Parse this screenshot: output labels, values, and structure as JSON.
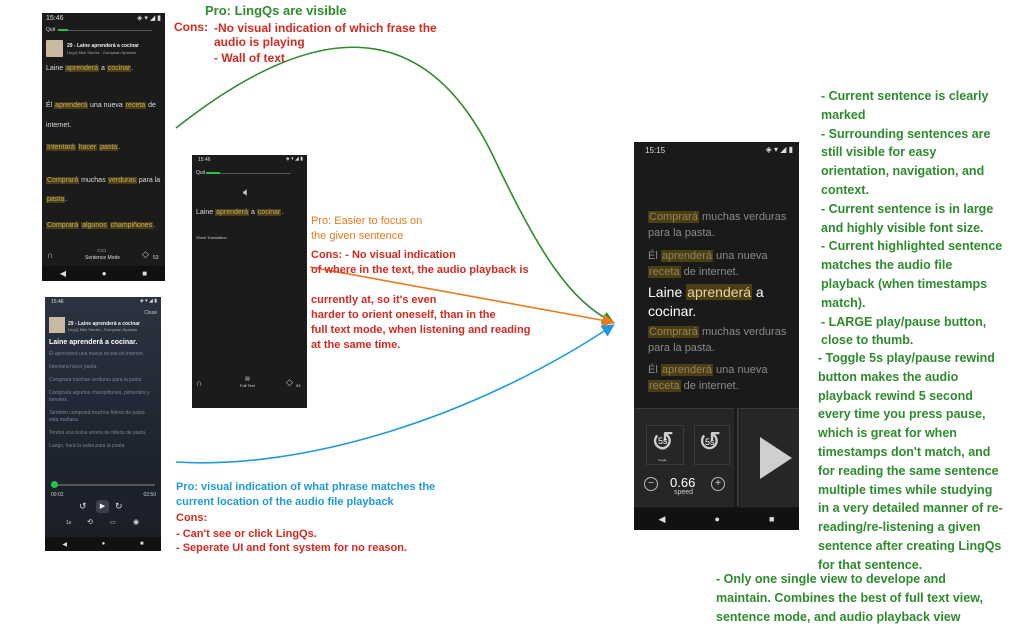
{
  "phone1": {
    "time": "15:46",
    "quit": "Quit",
    "lesson_title": "29 - Laine aprenderá a cocinar",
    "lesson_sub": "LingQ Mini Stories - European Spanish",
    "para1": [
      "Laine ",
      "aprenderá",
      " a ",
      "cocinar",
      "."
    ],
    "para2": [
      "Él ",
      "aprenderá",
      " una nueva ",
      "receta",
      " de internet."
    ],
    "para3": [
      "Intentará",
      " ",
      "hacer",
      " ",
      "pasta",
      "."
    ],
    "para4": [
      "Comprará",
      " muchas ",
      "verduras",
      " para la ",
      "pasta",
      "."
    ],
    "para5": [
      "Comprará",
      " ",
      "algunos",
      " ",
      "champiñones",
      "."
    ],
    "bottom_label": "Sentence Mode",
    "count": "53"
  },
  "phone2": {
    "time": "15:46",
    "quit": "Quit",
    "sentence": [
      "Laine ",
      "aprenderá",
      " a ",
      "cocinar",
      "."
    ],
    "show_translation": "Show Translation",
    "bottom_label": "Full Text",
    "count": "53"
  },
  "phone3": {
    "time": "15:46",
    "close": "Close",
    "lesson_title": "29 - Laine aprenderá a cocinar",
    "lesson_sub": "LingQ Mini Stories - European Spanish",
    "current": "Laine aprenderá a cocinar.",
    "lines": [
      "Él aprenderá una nueva receta de internet.",
      "Intentará hacer pasta.",
      "Comprará muchas verduras para la pasta.",
      "Comprará algunos champiñones, pimientos y tomates.",
      "También comprará muchos fideos de pasta esta mañana.",
      "Tendrá una bolsa entera de fideos de pasta.",
      "Luego, hará la salsa para la pasta."
    ],
    "time_current": "00:02",
    "time_total": "02:50",
    "progress": 0.03,
    "speed_label": "1x"
  },
  "phone4": {
    "time": "15:15",
    "s1": [
      "Comprará",
      " muchas verduras para la pasta."
    ],
    "s2": [
      "Él ",
      "aprenderá",
      " una nueva ",
      "receta",
      " de internet."
    ],
    "s3": [
      "Laine ",
      "aprenderá",
      " a cocinar."
    ],
    "s4": [
      "Comprará",
      " muchas verduras para la pasta."
    ],
    "s5": [
      "Él ",
      "aprenderá",
      " una nueva ",
      "receta",
      " de internet."
    ],
    "rewind_label": "5s",
    "rewind_sub": "5-15",
    "rewind_sub2": "Toggle",
    "skip_label": "5s",
    "speed_value": "0.66",
    "speed_word": "speed",
    "minus": "−",
    "plus": "+"
  },
  "annotations": {
    "pro1": "Pro: LingQs are visible",
    "cons1_label": "Cons:",
    "cons1_a": "-No visual indication of which frase the\naudio is playing",
    "cons1_b": "- Wall of text",
    "pro2": "Pro: Easier to focus on\n        the given sentence",
    "cons2": "Cons: - No visual indication\nof where in the text, the audio playback is\n\ncurrently at, so it's even\nharder to orient oneself, than in the\nfull text mode, when listening and reading\nat the same time.",
    "pro3": "Pro: visual indication of what phrase matches the\ncurrent location of the audio file playback",
    "cons3_label": "Cons:",
    "cons3": "- Can't see or click LingQs.\n- Seperate UI and font system for no reason.",
    "right_list": "- Current sentence is clearly\nmarked\n- Surrounding sentences are\nstill visible for easy\norientation, navigation, and\ncontext.\n- Current sentence is in large\nand highly visible font size.\n- Current highlighted sentence\nmatches the audio file\nplayback (when timestamps\nmatch).\n- LARGE play/pause button,\nclose to thumb.",
    "right_list2": "- Toggle 5s play/pause rewind\nbutton makes the audio\nplayback rewind 5 second\nevery time you press pause,\nwhich is great for when\ntimestamps don't match, and\nfor reading the same sentence\nmultiple times while studying\nin a very detailed manner of re-\nreading/re-listening a given\nsentence after creating LingQs\nfor that sentence.",
    "bottom_note": "- Only one single view to develope and\nmaintain. Combines the best of full text view,\nsentence mode, and audio playback view"
  },
  "colors": {
    "green": "#2e8b2e",
    "red": "#d42a20",
    "orange": "#ea7a1c",
    "blue": "#1f9ad8",
    "lingq_bg": "#4a3e14",
    "lingq_text": "#c9a96a"
  }
}
